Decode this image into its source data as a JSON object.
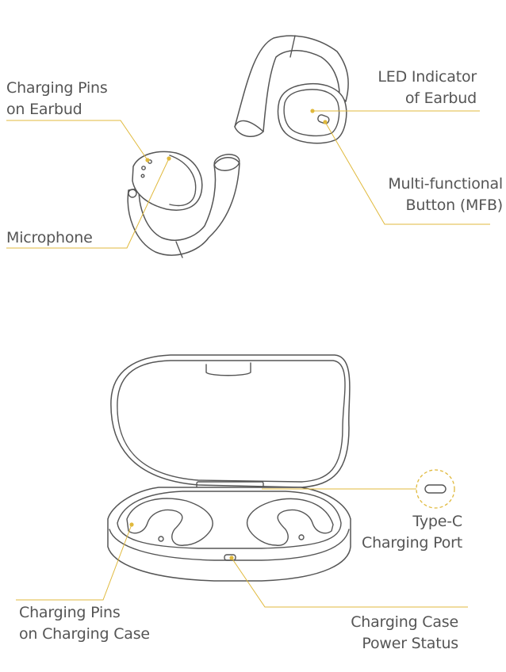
{
  "labels": {
    "charging_pins_earbud": [
      "Charging Pins",
      "on Earbud"
    ],
    "microphone": "Microphone",
    "led_indicator": [
      "LED Indicator",
      "of Earbud"
    ],
    "mfb": [
      "Multi-functional",
      "Button (MFB)"
    ],
    "type_c": [
      "Type-C",
      "Charging Port"
    ],
    "charging_pins_case": [
      "Charging Pins",
      "on Charging Case"
    ],
    "case_power_status": [
      "Charging Case",
      "Power Status"
    ]
  },
  "colors": {
    "leader_line": "#e0b93c",
    "outline": "#555555",
    "text": "#555555"
  }
}
